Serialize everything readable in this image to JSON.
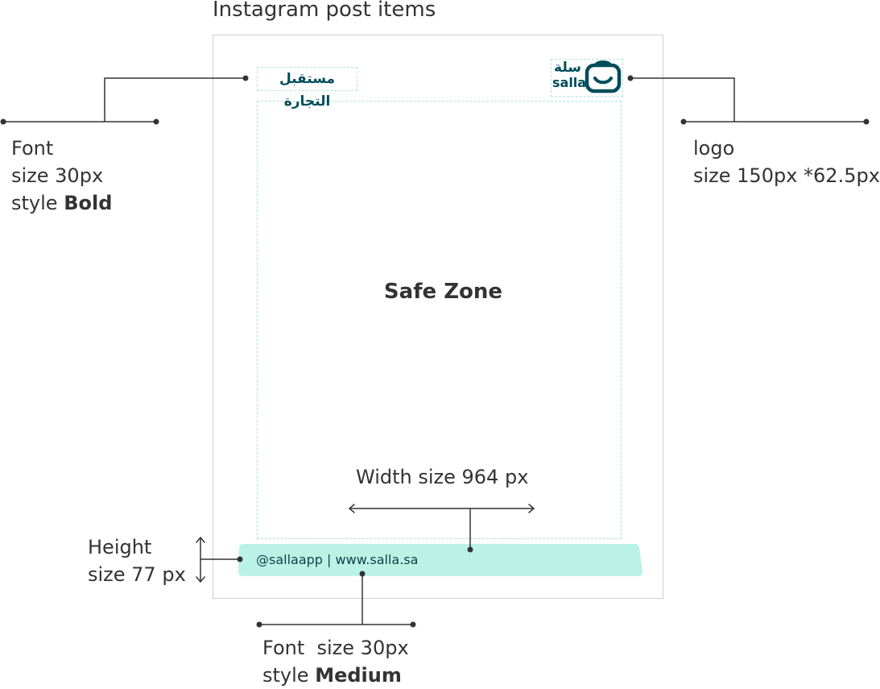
{
  "title": "Instagram post items",
  "post": {
    "header_arabic": "مستقبل التجارة",
    "logo_arabic": "سلة",
    "logo_latin": "salla",
    "safe_zone_label": "Safe Zone",
    "footer_text": "@sallaapp | www.salla.sa"
  },
  "annotations": {
    "font_top": {
      "line1": "Font",
      "line2": "size 30px",
      "line3_prefix": "style ",
      "line3_bold": "Bold"
    },
    "logo": {
      "line1": "logo",
      "line2": "size 150px *62.5px"
    },
    "width": {
      "text": "Width size 964 px"
    },
    "height": {
      "line1": "Height",
      "line2": "size 77 px"
    },
    "font_bottom": {
      "line1": "Font  size 30px",
      "line2_prefix": "style ",
      "line2_bold": "Medium"
    }
  },
  "colors": {
    "frame": "#cfcfcf",
    "dashed": "#a7e8da",
    "footer_bar": "#baf3e6",
    "brand_dark": "#004d5a",
    "leader_lines": "#333333"
  }
}
